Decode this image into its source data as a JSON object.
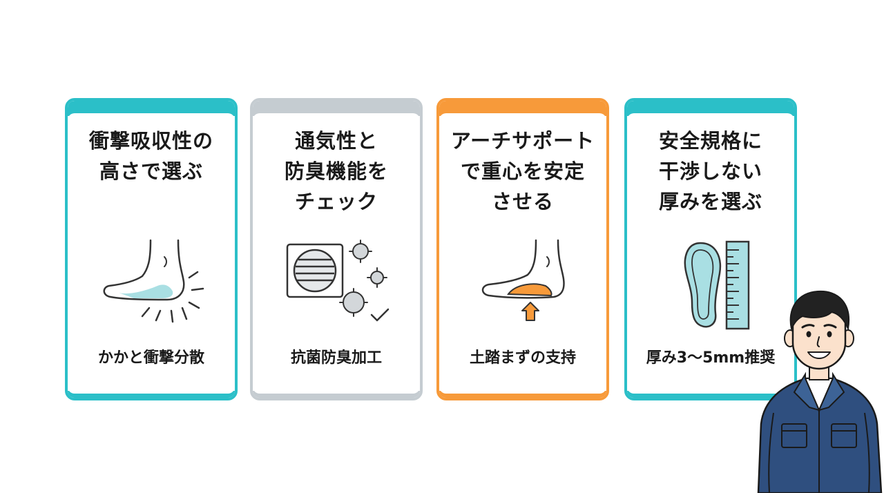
{
  "colors": {
    "teal": "#2bbfc8",
    "gray": "#c5ccd1",
    "orange": "#f79a3a",
    "light_teal_fill": "#a9dfe3",
    "navy": "#2f4f7f"
  },
  "cards": [
    {
      "title": "衝撃吸収性の\n高さで選ぶ",
      "caption": "かかと衝撃分散",
      "icon": "foot-heel-shock-icon"
    },
    {
      "title": "通気性と\n防臭機能を\nチェック",
      "caption": "抗菌防臭加工",
      "icon": "vent-bacteria-icon"
    },
    {
      "title": "アーチサポート\nで重心を安定\nさせる",
      "caption": "土踏まずの支持",
      "icon": "foot-arch-support-icon"
    },
    {
      "title": "安全規格に\n干渉しない\n厚みを選ぶ",
      "caption": "厚み3～5mm推奨",
      "icon": "insole-ruler-icon"
    }
  ]
}
